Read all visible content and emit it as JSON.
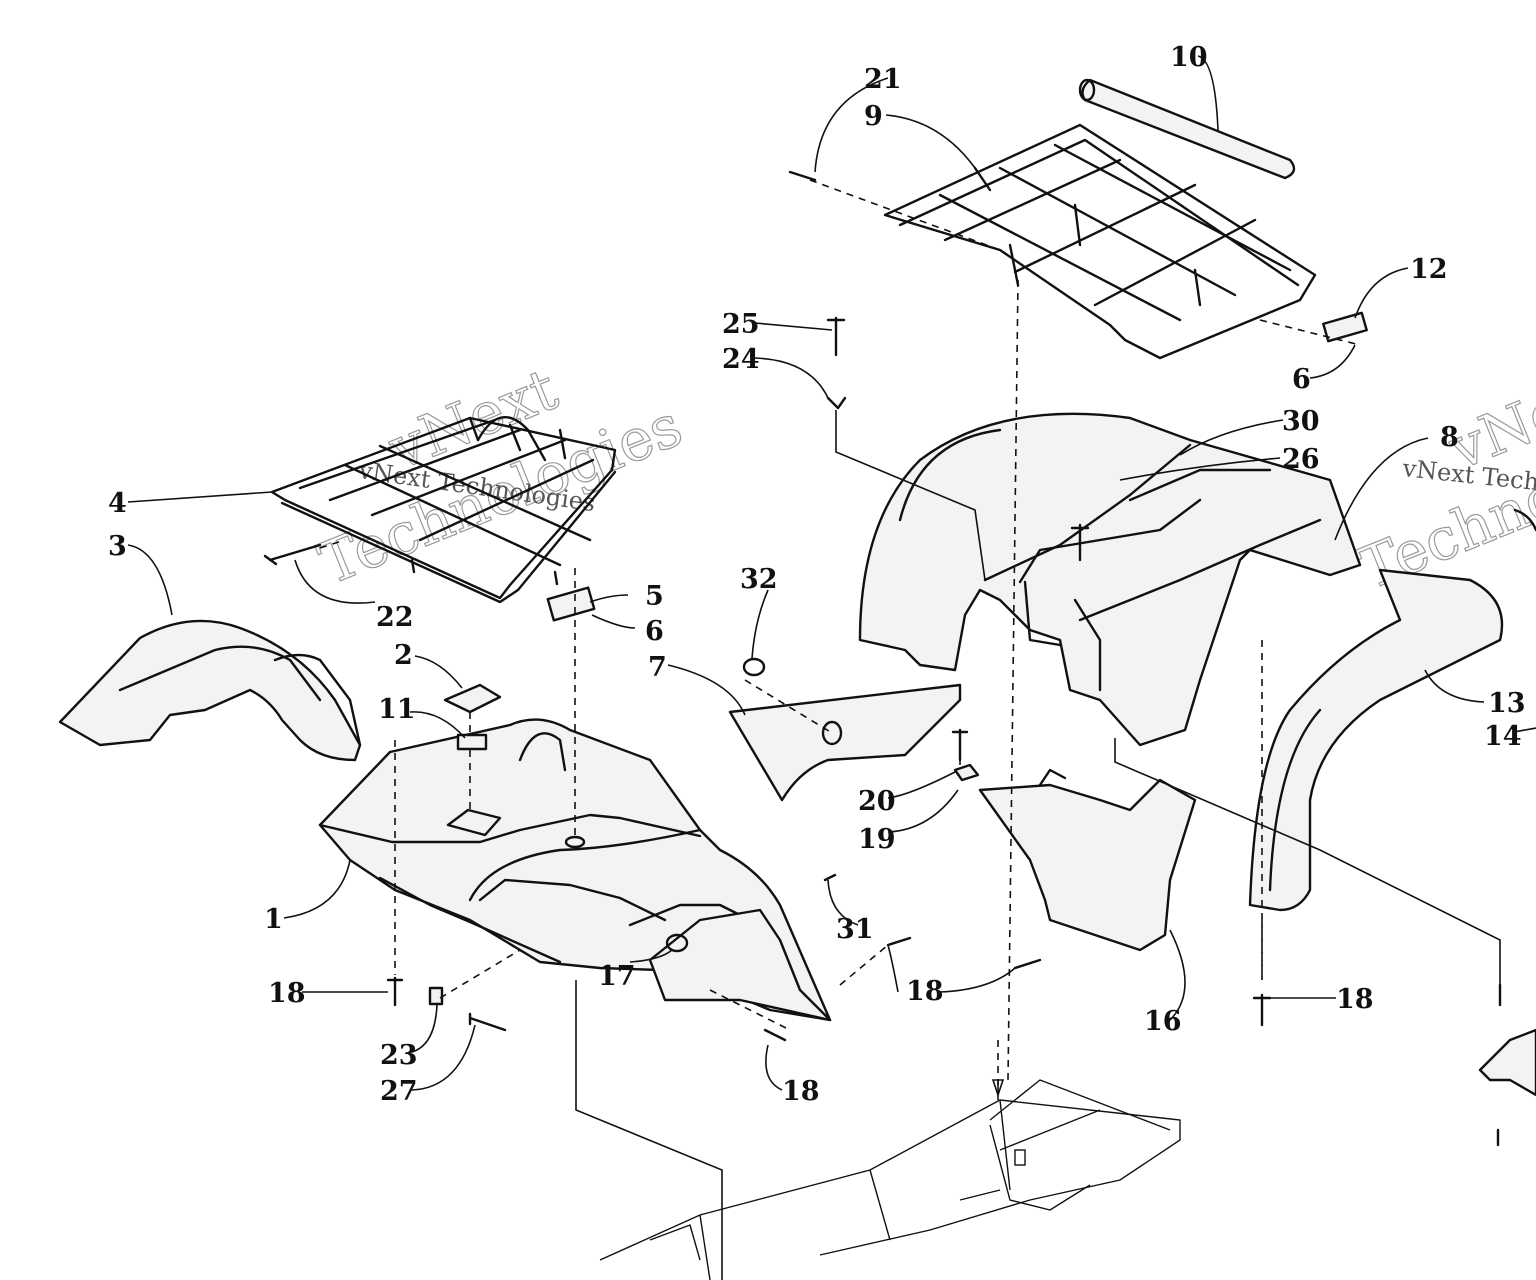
{
  "callouts": [
    {
      "id": "c1",
      "text": "1"
    },
    {
      "id": "c2",
      "text": "2"
    },
    {
      "id": "c3",
      "text": "3"
    },
    {
      "id": "c4",
      "text": "4"
    },
    {
      "id": "c5",
      "text": "5"
    },
    {
      "id": "c6a",
      "text": "6"
    },
    {
      "id": "c6b",
      "text": "6"
    },
    {
      "id": "c7",
      "text": "7"
    },
    {
      "id": "c8",
      "text": "8"
    },
    {
      "id": "c9",
      "text": "9"
    },
    {
      "id": "c10",
      "text": "10"
    },
    {
      "id": "c11",
      "text": "11"
    },
    {
      "id": "c12",
      "text": "12"
    },
    {
      "id": "c13",
      "text": "13"
    },
    {
      "id": "c14",
      "text": "14"
    },
    {
      "id": "c16",
      "text": "16"
    },
    {
      "id": "c17",
      "text": "17"
    },
    {
      "id": "c18a",
      "text": "18"
    },
    {
      "id": "c18b",
      "text": "18"
    },
    {
      "id": "c18c",
      "text": "18"
    },
    {
      "id": "c18d",
      "text": "18"
    },
    {
      "id": "c19",
      "text": "19"
    },
    {
      "id": "c20",
      "text": "20"
    },
    {
      "id": "c21",
      "text": "21"
    },
    {
      "id": "c22",
      "text": "22"
    },
    {
      "id": "c23",
      "text": "23"
    },
    {
      "id": "c24",
      "text": "24"
    },
    {
      "id": "c25",
      "text": "25"
    },
    {
      "id": "c26",
      "text": "26"
    },
    {
      "id": "c27",
      "text": "27"
    },
    {
      "id": "c30",
      "text": "30"
    },
    {
      "id": "c31",
      "text": "31"
    },
    {
      "id": "c32",
      "text": "32"
    }
  ],
  "watermark": {
    "line1": "vNext",
    "line2": "Technologies",
    "line_full": "vNext Technologies"
  }
}
